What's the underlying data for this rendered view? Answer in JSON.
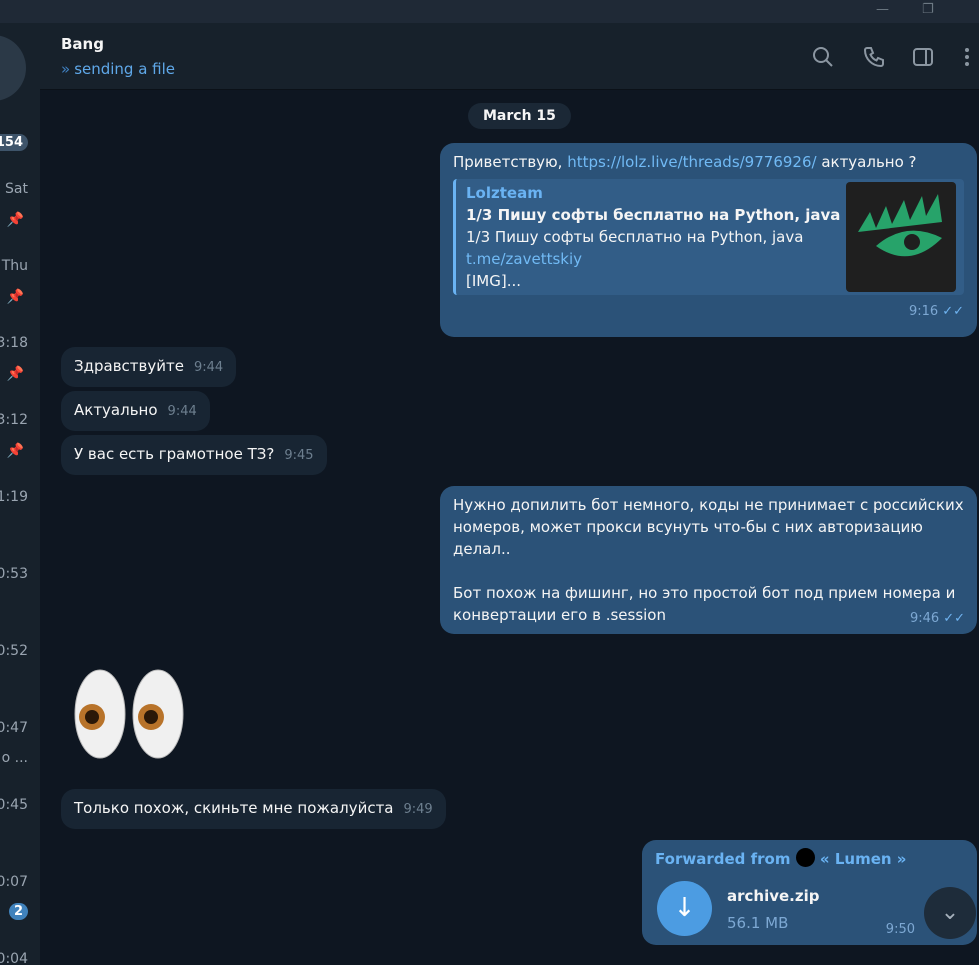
{
  "window": {
    "minimize": "—",
    "restore": "❐"
  },
  "sidebar": {
    "badge_top": "154",
    "times": [
      "Sat",
      "Thu",
      "3:18",
      "3:12",
      "1:19",
      "0:53",
      "0:52",
      "0:47",
      "0:45",
      "0:07",
      "0:04"
    ],
    "snippet": "o ...",
    "badge_bottom": "2"
  },
  "header": {
    "name": "Bang",
    "status": "sending a file",
    "status_icon": "»"
  },
  "chat": {
    "date": "March 15",
    "m1": {
      "text_before": "Приветствую, ",
      "link": "https://lolz.live/threads/9776926/",
      "text_after": " актуально ?",
      "preview": {
        "site": "Lolzteam",
        "title": "1/3 Пишу софты бесплатно на Python, java",
        "desc": "1/3 Пишу софты бесплатно на Python, java",
        "link": "t.me/zavettskiy",
        "more": "[IMG]..."
      },
      "time": "9:16"
    },
    "m2": {
      "text": "Здравствуйте",
      "time": "9:44"
    },
    "m3": {
      "text": "Актуально",
      "time": "9:44"
    },
    "m4": {
      "text": "У вас есть грамотное ТЗ?",
      "time": "9:45"
    },
    "m5": {
      "p1": "Нужно допилить бот немного, коды не принимает с российских номеров, может прокси всунуть что-бы с них авторизацию делал..",
      "p2": "Бот похож на фишинг, но это простой бот под прием номера и конвертации его в .session",
      "time": "9:46"
    },
    "m6": {
      "sticker": "eyes"
    },
    "m7": {
      "text": "Только похож, скиньте мне пожалуйста",
      "time": "9:49"
    },
    "m8": {
      "forwarded_label": "Forwarded from",
      "forwarded_name": "« Lumen »",
      "file_name": "archive.zip",
      "file_size": "56.1 MB",
      "time": "9:50"
    }
  },
  "colors": {
    "accent": "#5fa8e9",
    "outgoing": "#2b5278",
    "incoming": "#182533"
  }
}
